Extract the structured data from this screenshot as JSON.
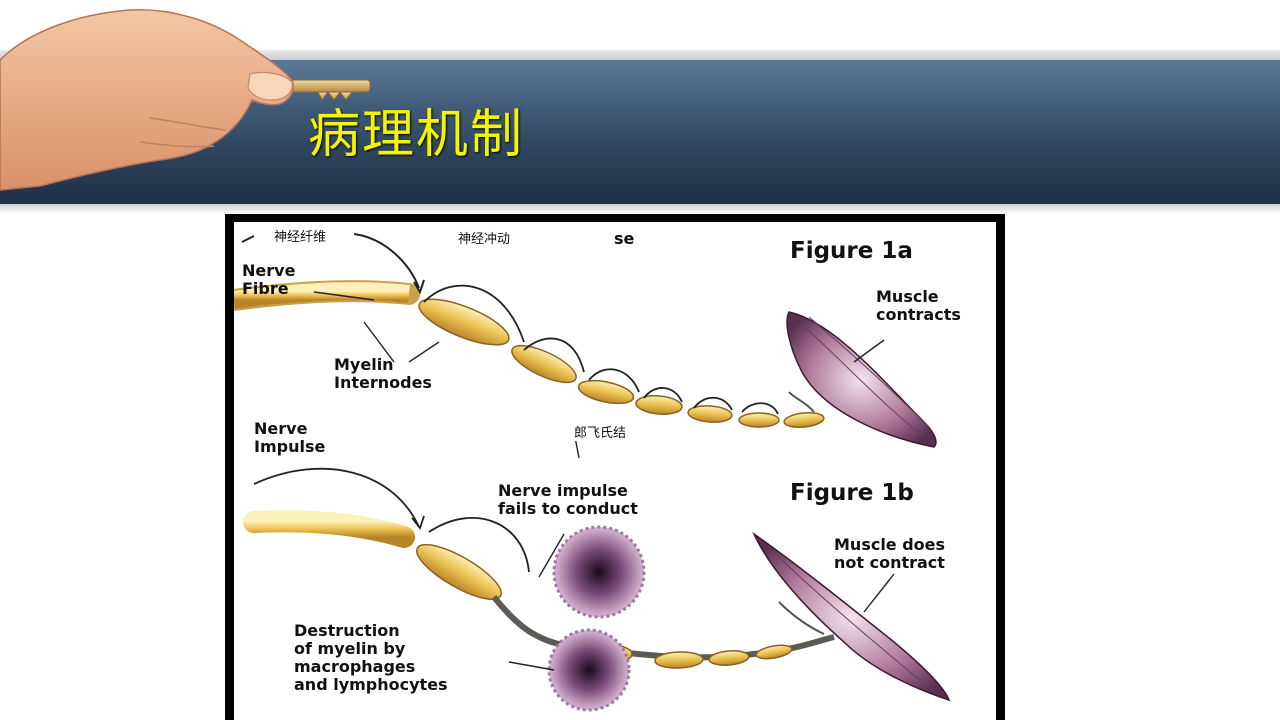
{
  "slide": {
    "title": "病理机制"
  },
  "figure": {
    "figure_1a": "Figure 1a",
    "figure_1b": "Figure 1b",
    "labels_en": {
      "nerve_fibre": "Nerve\nFibre",
      "myelin_internodes": "Myelin\nInternodes",
      "muscle_contracts": "Muscle\ncontracts",
      "nerve_impulse": "Nerve\nImpulse",
      "fails_to_conduct": "Nerve impulse\nfails to conduct",
      "muscle_does_not_contract": "Muscle does\nnot contract",
      "destruction": "Destruction\nof myelin by\nmacrophages\nand lymphocytes",
      "fragment": "se"
    },
    "labels_cn": {
      "nerve_fiber": "神经纤维",
      "nerve_impulse": "神经冲动",
      "node_of_ranvier": "郎飞氏结"
    }
  }
}
